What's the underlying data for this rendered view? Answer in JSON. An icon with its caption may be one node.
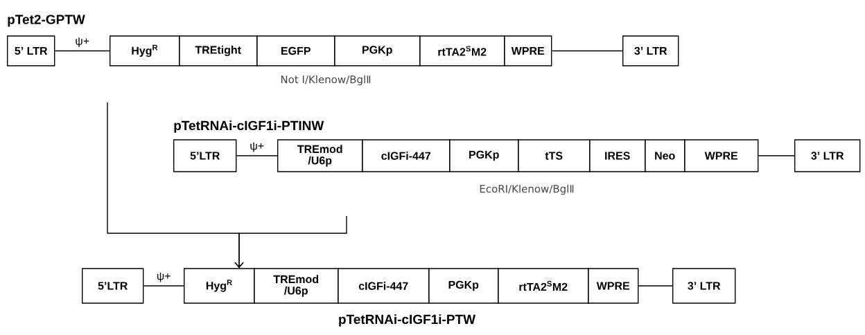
{
  "diagram": {
    "nodes": [
      {
        "text": [
          "5’ LTR"
        ]
      },
      {
        "text": [
          "Hyg$^{R}$"
        ]
      },
      {
        "text": [
          "TREtight"
        ]
      },
      {
        "text": [
          "EGFP"
        ]
      },
      {
        "text": [
          "PGKp"
        ]
      },
      {
        "text": [
          "rtTA2$^{S}$M2"
        ]
      },
      {
        "text": [
          "WPRE"
        ]
      },
      {
        "text": [
          "3’ LTR"
        ]
      },
      {
        "text": [
          "5’LTR"
        ]
      },
      {
        "text": [
          "TREmod /U6p"
        ]
      },
      {
        "text": [
          "cIGFi-447"
        ]
      },
      {
        "text": [
          "PGKp"
        ]
      },
      {
        "text": [
          "tTS"
        ]
      },
      {
        "text": [
          "IRES"
        ]
      },
      {
        "text": [
          "Neo"
        ]
      },
      {
        "text": [
          "WPRE"
        ]
      },
      {
        "text": [
          "3’ LTR"
        ]
      },
      {
        "text": [
          "5’LTR"
        ]
      },
      {
        "text": [
          "Hyg$^{R}$"
        ]
      },
      {
        "text": [
          "TREmod /U6p"
        ]
      },
      {
        "text": [
          "cIGFi-447"
        ]
      },
      {
        "text": [
          "PGKp"
        ]
      },
      {
        "text": [
          "rtTA2$^{S}$M2"
        ]
      },
      {
        "text": [
          "WPRE"
        ]
      },
      {
        "text": [
          "3’ LTR"
        ]
      }
    ],
    "edges": [
      {
        "from": 0,
        "to": 1,
        "arrow": "none",
        "label": "ψ+"
      },
      {
        "from": 6,
        "to": 7,
        "arrow": "none"
      },
      {
        "from": 8,
        "to": 9,
        "arrow": "none",
        "label": "ψ+"
      },
      {
        "from": 15,
        "to": 16,
        "arrow": "none"
      },
      {
        "from": 17,
        "to": 18,
        "arrow": "none",
        "label": "ψ+"
      },
      {
        "from": 23,
        "to": 24,
        "arrow": "none"
      },
      {
        "from": null,
        "to": 18,
        "arrow": "to"
      },
      {
        "from": null,
        "to": 18,
        "arrow": "to"
      }
    ],
    "labels": [
      "pTet2-GPTW",
      "Not Ⅰ/Klenow/BglⅡ",
      "pTetRNAi-cIGF1i-PTINW",
      "EcoRⅠ/Klenow/BglⅡ",
      "pTetRNAi-cIGF1i-PTW"
    ]
  }
}
